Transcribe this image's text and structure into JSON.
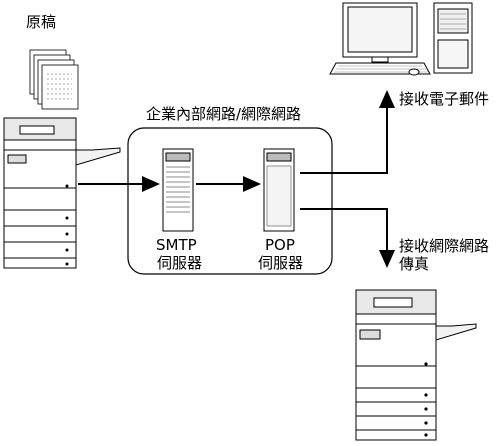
{
  "labels": {
    "original": "原稿",
    "network": "企業內部網路/網際網路",
    "smtp_line1": "SMTP",
    "smtp_line2": "伺服器",
    "pop_line1": "POP",
    "pop_line2": "伺服器",
    "receive_email": "接收電子郵件",
    "receive_ifax_line1": "接收網際網路",
    "receive_ifax_line2": "傳真"
  }
}
